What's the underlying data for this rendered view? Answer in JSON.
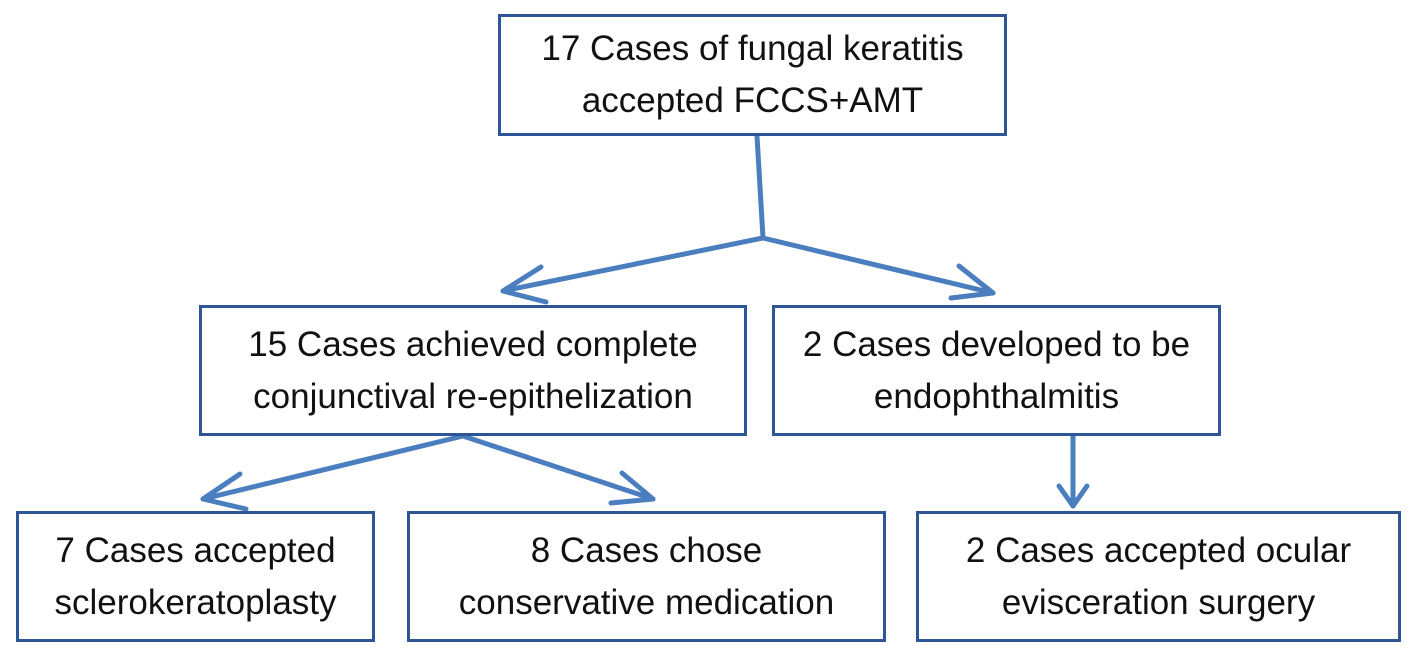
{
  "diagram": {
    "type": "flowchart",
    "colors": {
      "arrow": "#4a7ebf",
      "box_border": "#2e5597",
      "text": "#111111",
      "background": "#ffffff"
    },
    "nodes": {
      "root": {
        "line1": "17 Cases of fungal keratitis",
        "line2": "accepted FCCS+AMT"
      },
      "complete": {
        "line1": "15 Cases achieved complete",
        "line2": "conjunctival re-epithelization"
      },
      "endo": {
        "line1": "2 Cases developed to be",
        "line2": "endophthalmitis"
      },
      "sclero": {
        "line1": "7 Cases accepted",
        "line2": "sclerokeratoplasty"
      },
      "conservative": {
        "line1": "8 Cases chose",
        "line2": "conservative medication"
      },
      "evisceration": {
        "line1": "2 Cases accepted ocular",
        "line2": "evisceration surgery"
      }
    },
    "edges": [
      {
        "from": "root",
        "to": "complete"
      },
      {
        "from": "root",
        "to": "endo"
      },
      {
        "from": "complete",
        "to": "sclero"
      },
      {
        "from": "complete",
        "to": "conservative"
      },
      {
        "from": "endo",
        "to": "evisceration"
      }
    ]
  }
}
